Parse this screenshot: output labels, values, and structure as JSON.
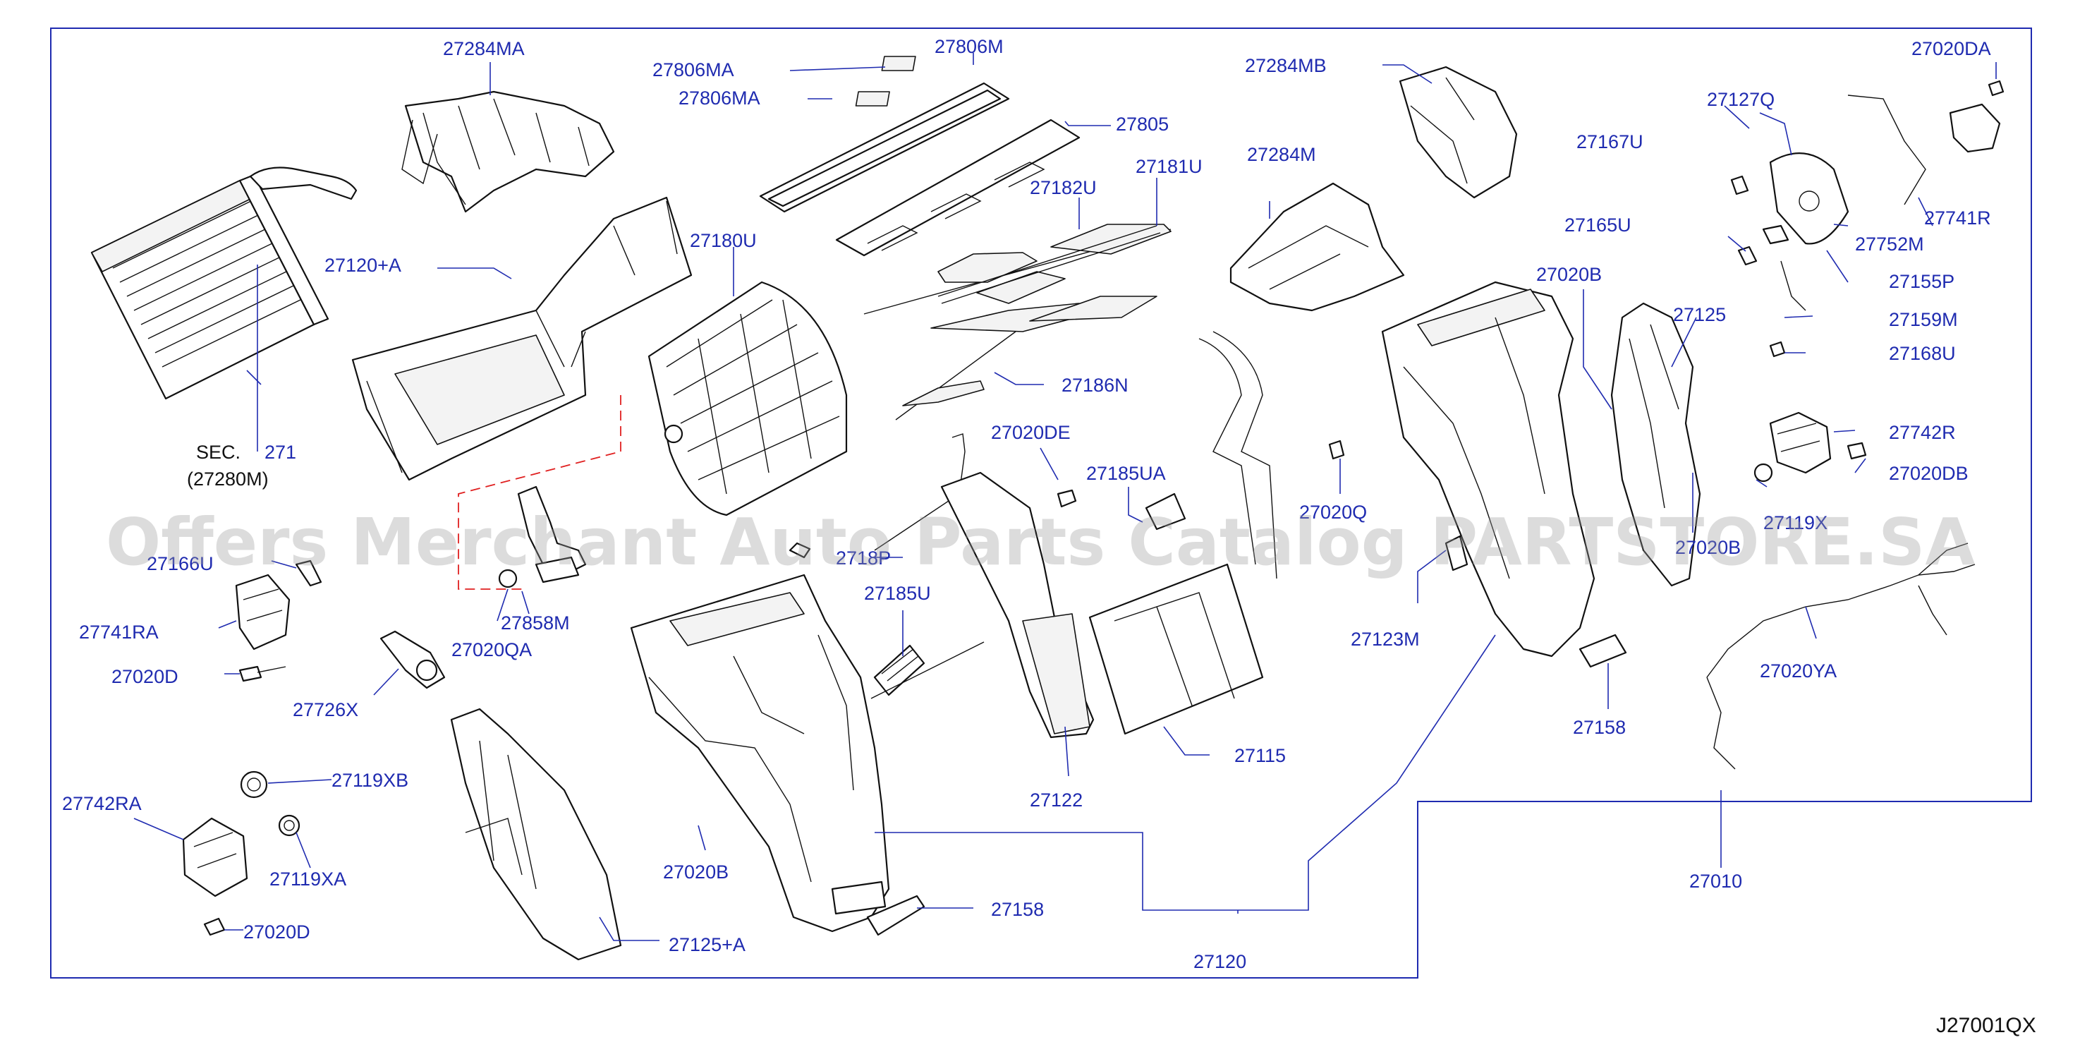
{
  "diagram_code": "J27001QX",
  "watermark": "Offers Merchant Auto Parts Catalog PARTSTORE.SA",
  "colors": {
    "label": "#1f2bb0",
    "frame": "#1f2bb0",
    "dashed": "#e02020",
    "line_art": "#111111"
  },
  "labels": {
    "l27284MA": "27284MA",
    "l27806MA_1": "27806MA",
    "l27806M": "27806M",
    "l27806MA_2": "27806MA",
    "l27805": "27805",
    "l27284MB": "27284MB",
    "l27020DA": "27020DA",
    "l27127Q": "27127Q",
    "l27167U": "27167U",
    "l27741R": "27741R",
    "l27752M": "27752M",
    "l27155P": "27155P",
    "l27165U": "27165U",
    "l27181U": "27181U",
    "l27182U": "27182U",
    "l27284M": "27284M",
    "l27120A": "27120+A",
    "l27180U": "27180U",
    "l27020B_1": "27020B",
    "l27125": "27125",
    "l27159M": "27159M",
    "l27168U": "27168U",
    "l27186N": "27186N",
    "l27742R": "27742R",
    "l27020DB": "27020DB",
    "lSEC": "SEC.",
    "l271": "271",
    "l27280M": "(27280M)",
    "l27020DE": "27020DE",
    "l27185UA": "27185UA",
    "l27020Q": "27020Q",
    "l27119X": "27119X",
    "l27166U": "27166U",
    "l2718P": "2718P",
    "l27020B_2": "27020B",
    "l27741RA": "27741RA",
    "l27858M": "27858M",
    "l27185U": "27185U",
    "l27123M": "27123M",
    "l27020D_1": "27020D",
    "l27020QA": "27020QA",
    "l27020YA": "27020YA",
    "l27726X": "27726X",
    "l27158_1": "27158",
    "l27115": "27115",
    "l27119XB": "27119XB",
    "l27122": "27122",
    "l27742RA": "27742RA",
    "l27020B_3": "27020B",
    "l27010": "27010",
    "l27119XA": "27119XA",
    "l27158_2": "27158",
    "l27020D_2": "27020D",
    "l27125A": "27125+A",
    "l27120": "27120"
  }
}
